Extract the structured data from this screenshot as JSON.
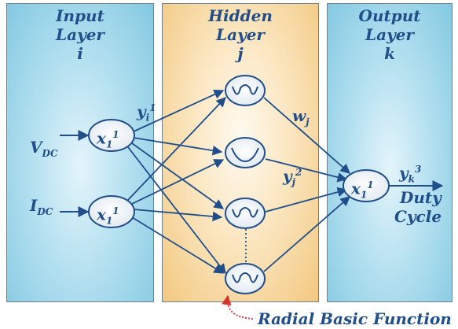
{
  "input_layer": {
    "title": "Input",
    "title2": "Layer",
    "index": "i"
  },
  "hidden_layer": {
    "title": "Hidden",
    "title2": "Layer",
    "index": "j"
  },
  "output_layer": {
    "title": "Output",
    "title2": "Layer",
    "index": "k"
  },
  "inputs": [
    {
      "base": "V",
      "sub": "DC"
    },
    {
      "base": "I",
      "sub": "DC"
    }
  ],
  "neurons": {
    "input_base": "x",
    "input_sub": "1",
    "input_sup": "1",
    "output_base": "x",
    "output_sub": "1",
    "output_sup": "1"
  },
  "signals": {
    "yi_base": "y",
    "yi_sub": "i",
    "yi_sup": "1",
    "wj_base": "w",
    "wj_sub": "j",
    "yj_base": "y",
    "yj_sub": "j",
    "yj_sup": "2",
    "yk_base": "y",
    "yk_sub": "k",
    "yk_sup": "3"
  },
  "output_text": {
    "line1": "Duty",
    "line2": "Cycle"
  },
  "rbf_label": "Radial Basic Function",
  "colors": {
    "line": "#1f4e8a",
    "text": "#1f4e8a",
    "arrow_dotted": "#d9342b"
  }
}
